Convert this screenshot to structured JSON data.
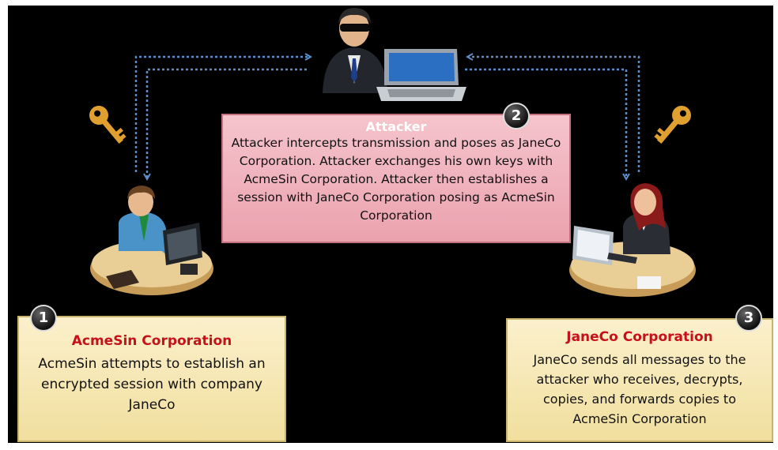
{
  "attacker": {
    "title": "Attacker",
    "description": "Attacker intercepts transmission and poses as JaneCo Corporation. Attacker exchanges his own keys with AcmeSin Corporation. Attacker then establishes a session with JaneCo Corporation posing as AcmeSin Corporation",
    "step": "2"
  },
  "acmesin": {
    "title": "AcmeSin Corporation",
    "description": "AcmeSin attempts to establish an encrypted session with company JaneCo",
    "step": "1"
  },
  "janeco": {
    "title": "JaneCo Corporation",
    "description": "JaneCo sends all messages to the attacker who receives, decrypts, copies, and forwards copies to AcmeSin Corporation",
    "step": "3"
  },
  "icons": [
    "attacker-person-icon",
    "laptop-icon",
    "key-icon",
    "male-worker-icon",
    "female-worker-icon"
  ],
  "colors": {
    "background": "#000000",
    "link": "#5b8fc9",
    "attacker_box": "#f3b8c1",
    "party_box": "#f8e9b6",
    "party_title": "#c8101c",
    "key": "#e0a030"
  }
}
